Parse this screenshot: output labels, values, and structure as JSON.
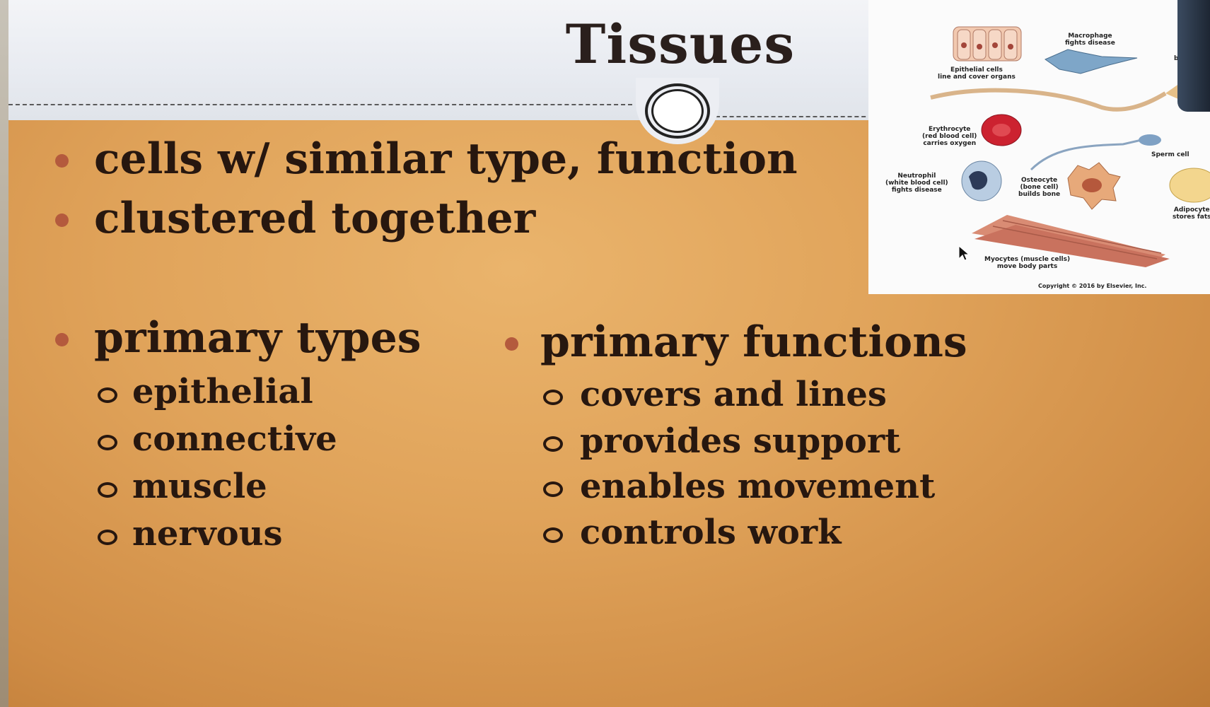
{
  "slide": {
    "title": "Tissues",
    "bullets": [
      "cells w/ similar type, function",
      "clustered together"
    ],
    "types": {
      "heading": "primary types",
      "items": [
        "epithelial",
        "connective",
        "muscle",
        "nervous"
      ]
    },
    "functions": {
      "heading": "primary functions",
      "items": [
        "covers and lines",
        "provides support",
        "enables movement",
        "controls work"
      ]
    }
  },
  "figure": {
    "labels": {
      "epithelial": "Epithelial cells",
      "epithelial_sub": "line and cover organs",
      "macrophage": "Macrophage",
      "macrophage_sub": "fights disease",
      "build_cut": "buil",
      "erythrocyte": "Erythrocyte",
      "erythrocyte_sub1": "(red blood cell)",
      "erythrocyte_sub2": "carries oxygen",
      "sperm": "Sperm cell",
      "neutrophil": "Neutrophil",
      "neutrophil_sub1": "(white blood cell)",
      "neutrophil_sub2": "fights disease",
      "osteocyte": "Osteocyte",
      "osteocyte_sub1": "(bone cell)",
      "osteocyte_sub2": "builds bone",
      "adipocyte": "Adipocyte",
      "adipocyte_sub": "stores fats",
      "myocytes": "Myocytes (muscle cells)",
      "myocytes_sub": "move body parts"
    },
    "copyright": "Copyright © 2016 by Elsevier, Inc."
  },
  "colors": {
    "slide_background": "#e0a35a",
    "bullet": "#b45a3d",
    "text": "#27170f"
  }
}
